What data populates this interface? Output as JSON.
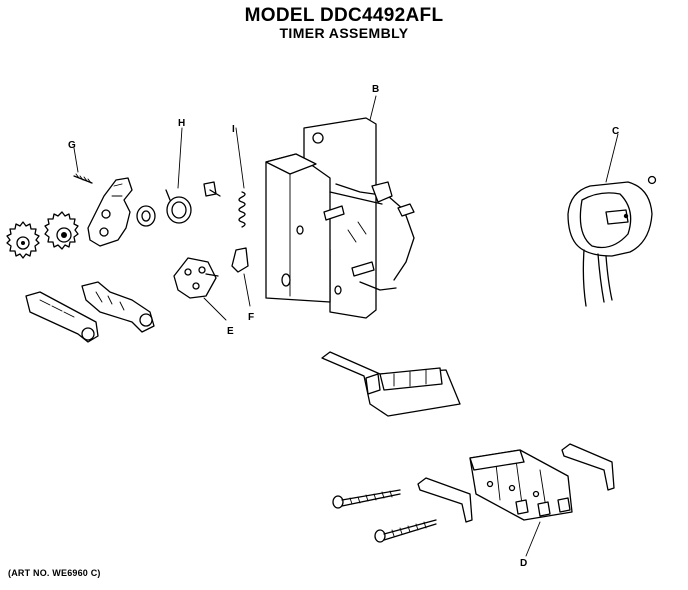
{
  "header": {
    "title": "MODEL DDC4492AFL",
    "subtitle": "TIMER ASSEMBLY"
  },
  "callouts": {
    "A": "B",
    "B": "C",
    "G": "G",
    "H": "H",
    "I": "I",
    "E": "E",
    "F": "F",
    "D": "D"
  },
  "footer": {
    "art_no": "(ART NO. WE6960 C)"
  }
}
